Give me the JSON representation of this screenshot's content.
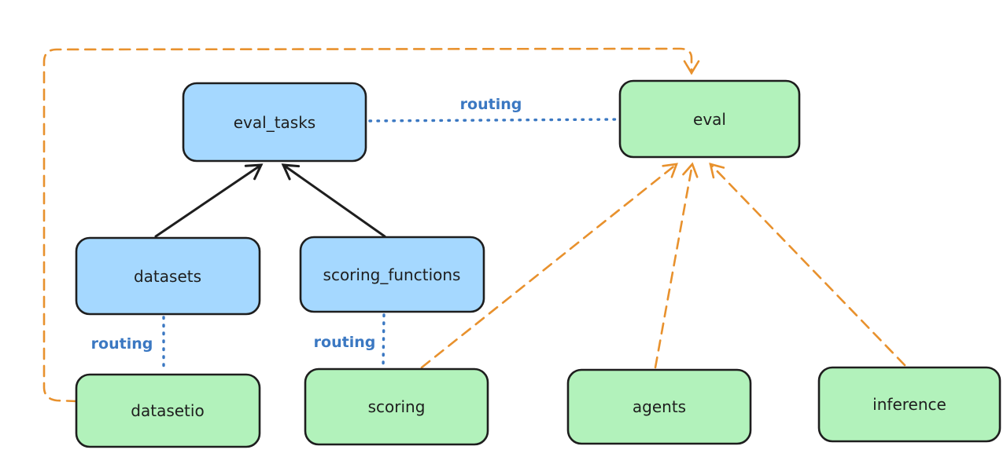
{
  "diagram": {
    "nodes": {
      "eval_tasks": {
        "label": "eval_tasks",
        "kind": "registry"
      },
      "eval": {
        "label": "eval",
        "kind": "provider-api"
      },
      "datasets": {
        "label": "datasets",
        "kind": "registry"
      },
      "scoring_functions": {
        "label": "scoring_functions",
        "kind": "registry"
      },
      "datasetio": {
        "label": "datasetio",
        "kind": "provider-api"
      },
      "scoring": {
        "label": "scoring",
        "kind": "provider-api"
      },
      "agents": {
        "label": "agents",
        "kind": "provider-api"
      },
      "inference": {
        "label": "inference",
        "kind": "provider-api"
      }
    },
    "edges": [
      {
        "from": "eval_tasks",
        "to": "eval",
        "style": "dotted-blue",
        "label": "routing"
      },
      {
        "from": "datasets",
        "to": "eval_tasks",
        "style": "solid-black-arrow"
      },
      {
        "from": "scoring_functions",
        "to": "eval_tasks",
        "style": "solid-black-arrow"
      },
      {
        "from": "datasets",
        "to": "datasetio",
        "style": "dotted-blue",
        "label": "routing"
      },
      {
        "from": "scoring_functions",
        "to": "scoring",
        "style": "dotted-blue",
        "label": "routing"
      },
      {
        "from": "datasetio",
        "to": "eval",
        "style": "dashed-orange-arrow"
      },
      {
        "from": "scoring",
        "to": "eval",
        "style": "dashed-orange-arrow"
      },
      {
        "from": "agents",
        "to": "eval",
        "style": "dashed-orange-arrow"
      },
      {
        "from": "inference",
        "to": "eval",
        "style": "dashed-orange-arrow"
      }
    ],
    "palette": {
      "registry_fill": "#a5d8ff",
      "provider_fill": "#b2f2bb",
      "node_stroke": "#1e1e1e",
      "routing_line": "#3b78c2",
      "dependency_line": "#e8912d",
      "background": "#ffffff"
    }
  }
}
